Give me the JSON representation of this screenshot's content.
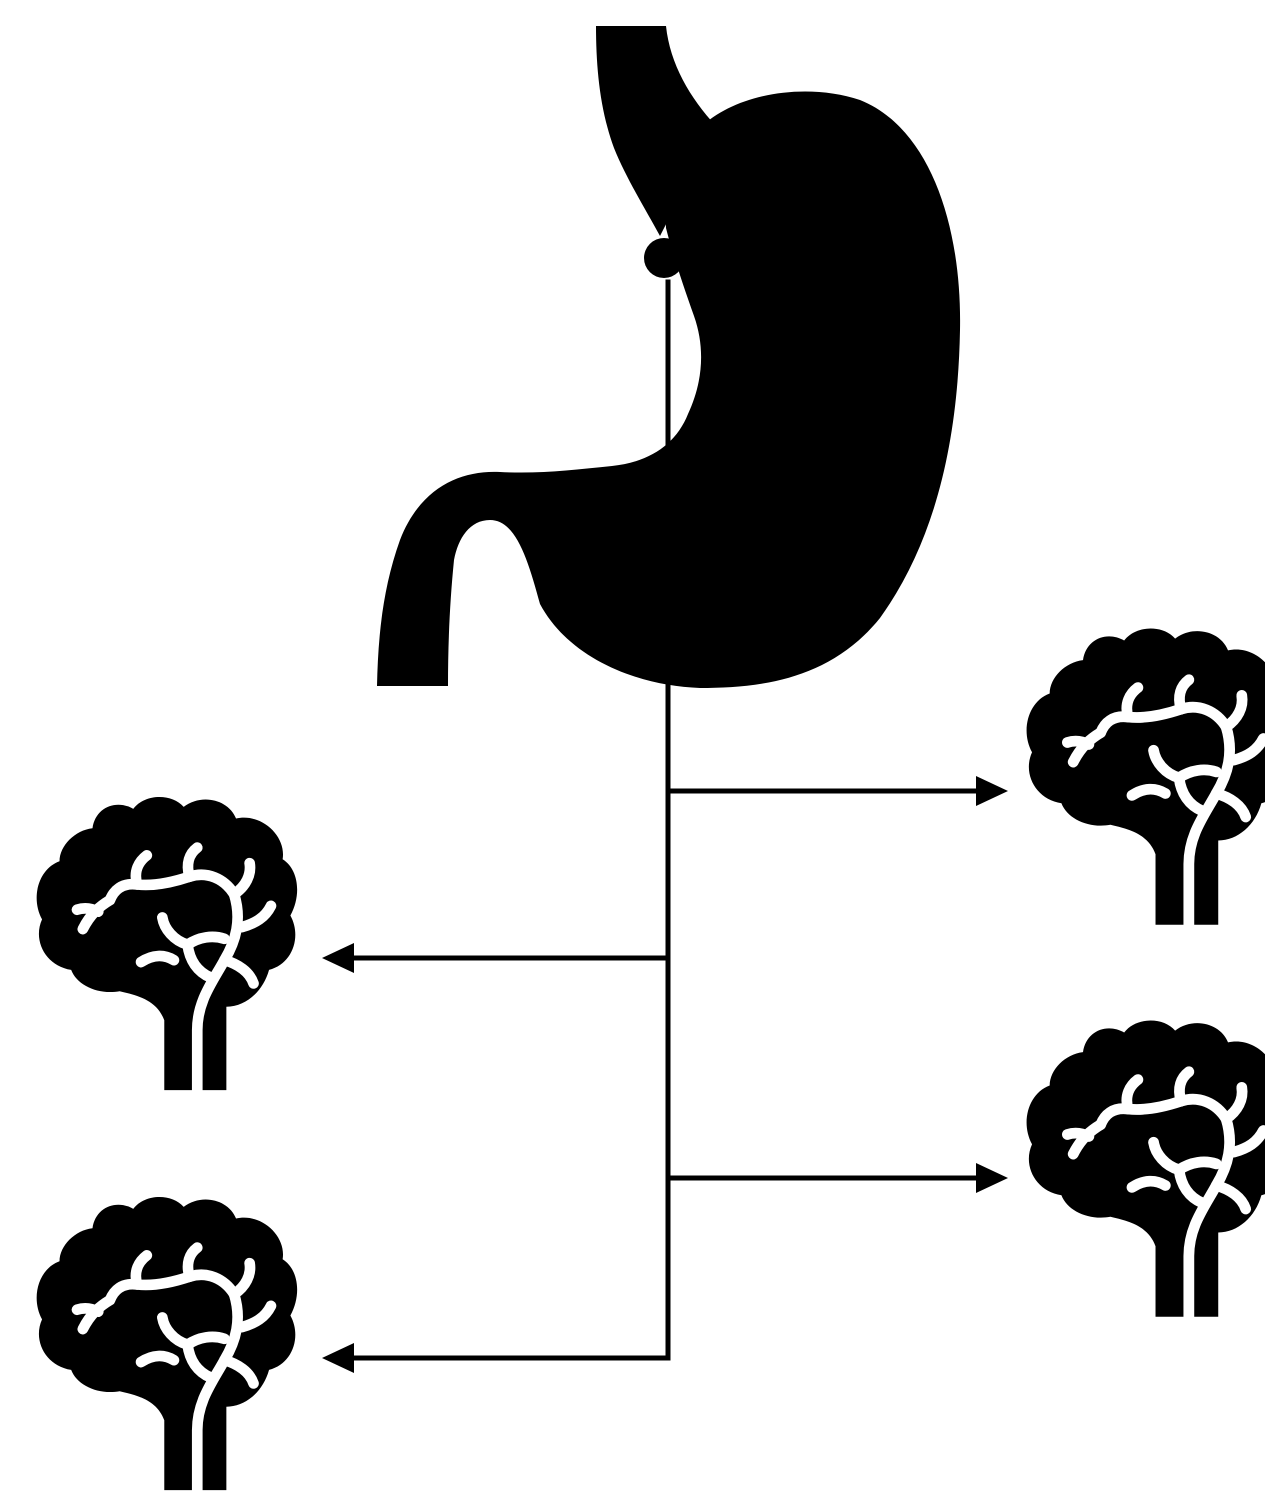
{
  "diagram": {
    "colors": {
      "background": "#ffffff",
      "ink": "#000000"
    },
    "icons": [
      "stomach-icon",
      "brain-icon"
    ],
    "source": {
      "icon": "stomach-icon"
    },
    "targets": [
      {
        "icon": "brain-icon",
        "direction": "right"
      },
      {
        "icon": "brain-icon",
        "direction": "left"
      },
      {
        "icon": "brain-icon",
        "direction": "right"
      },
      {
        "icon": "brain-icon",
        "direction": "left"
      }
    ]
  }
}
